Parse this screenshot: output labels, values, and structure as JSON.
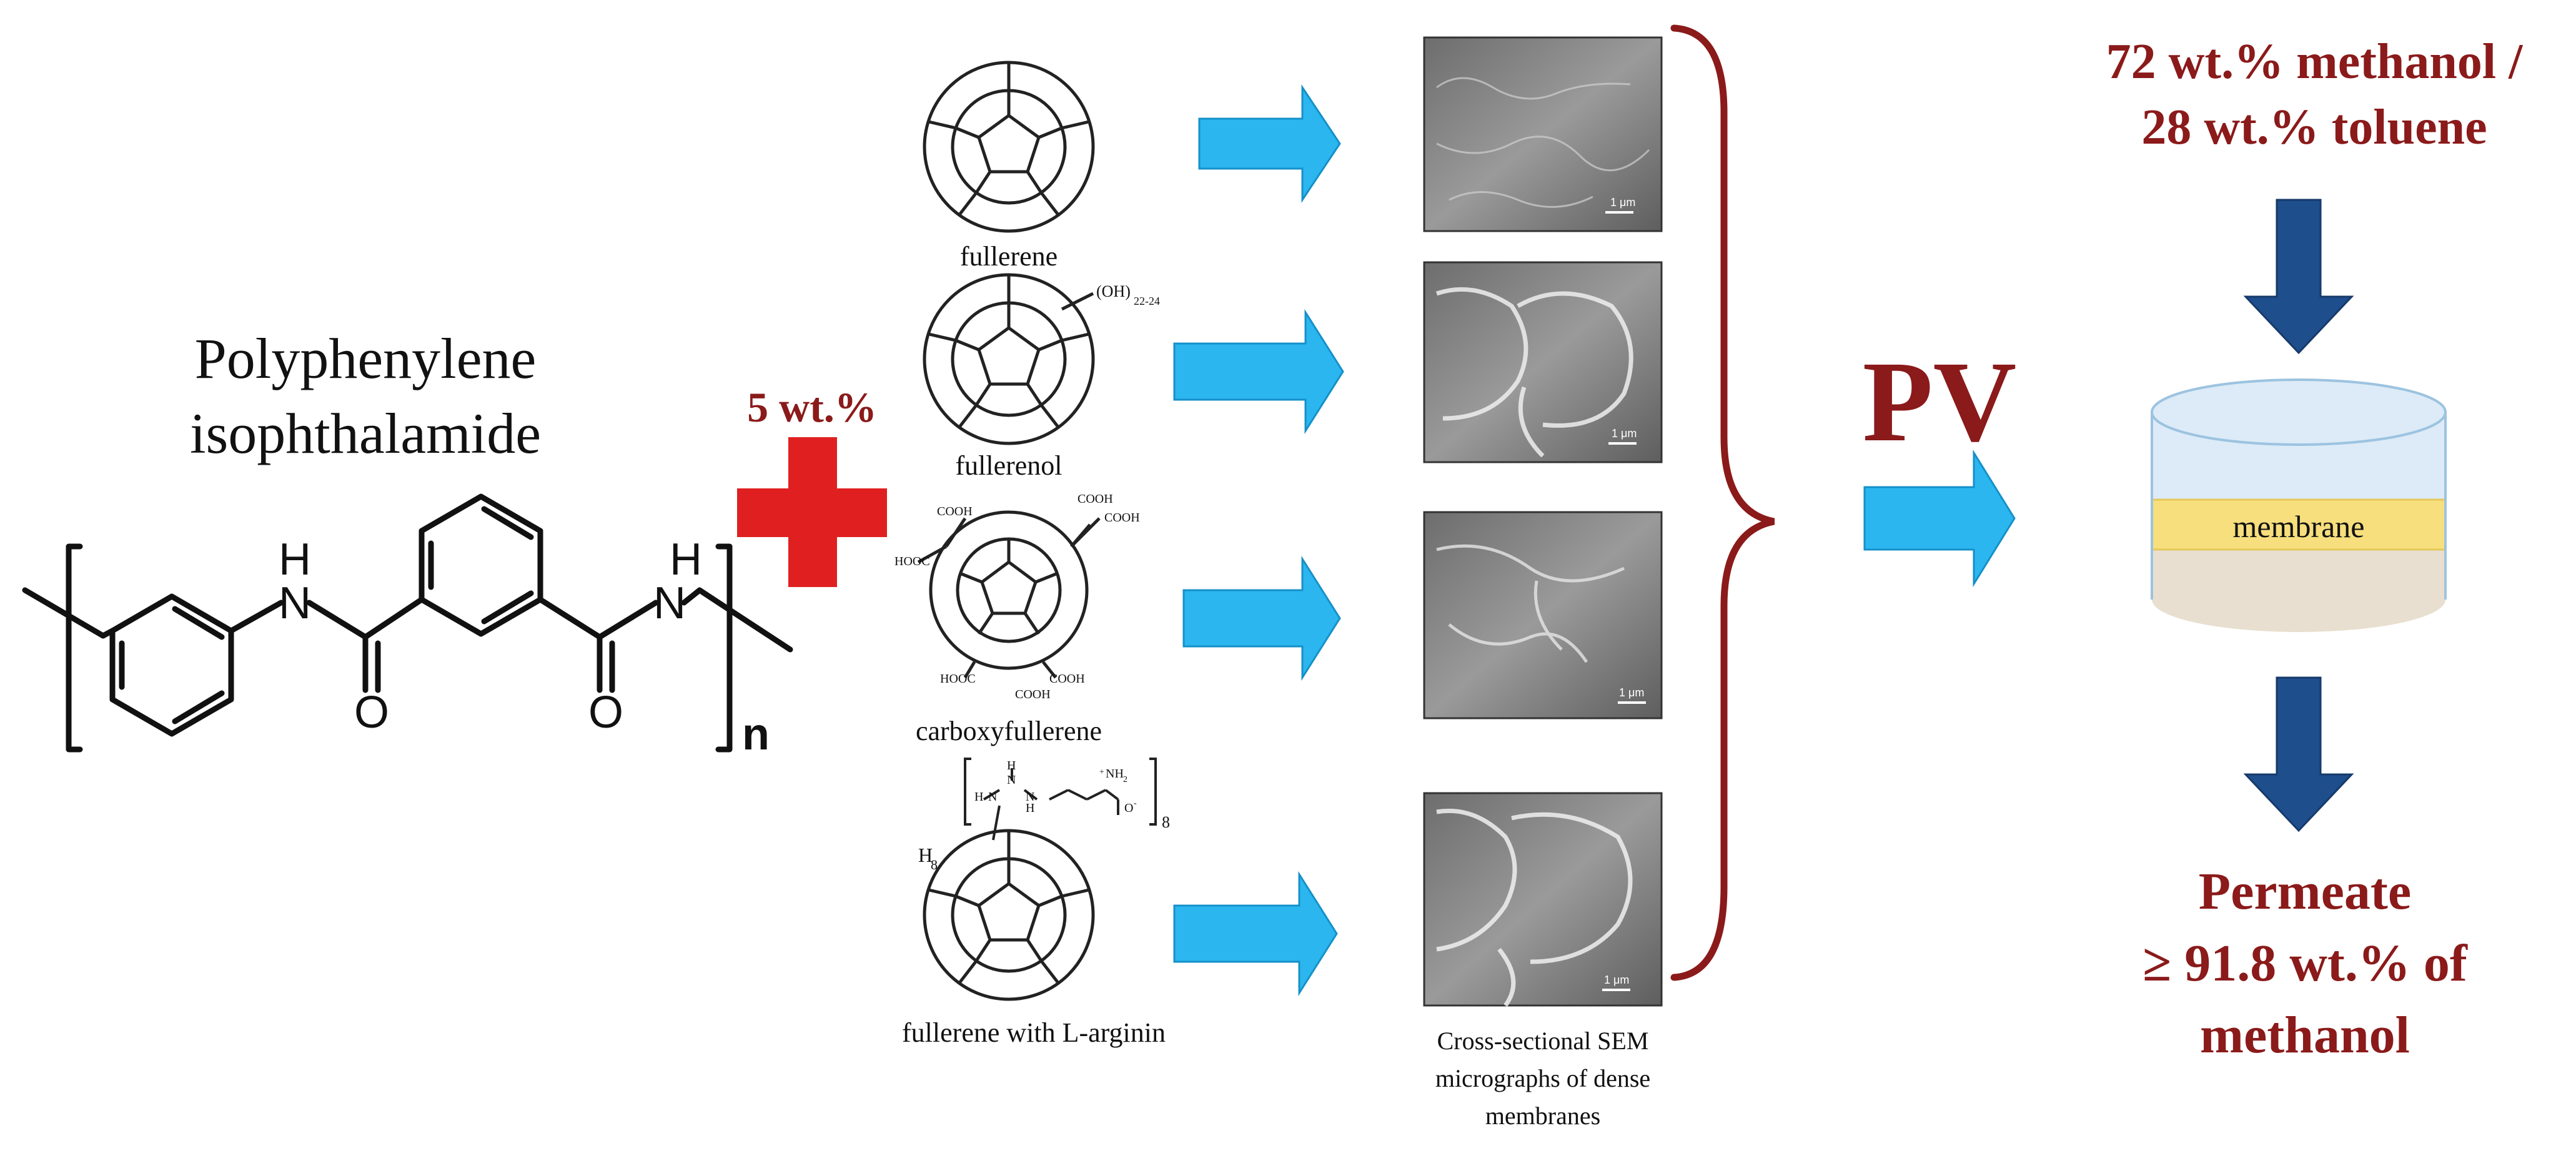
{
  "colors": {
    "accent_red": "#8b1a1a",
    "plus_red": "#e02020",
    "arrow_cyan": "#2bb6ef",
    "arrow_navy": "#1e4e8c",
    "membrane_yellow": "#f6df7c",
    "cell_blue": "#dcebf7",
    "cell_tan": "#e6dccb",
    "sem_gray": "#8a8a8a"
  },
  "polymer": {
    "name_line1": "Polyphenylene",
    "name_line2": "isophthalamide",
    "atom_N": "N",
    "atom_H": "H",
    "atom_O": "O",
    "repeat_n": "n"
  },
  "loading": "5 wt.%",
  "fillers": [
    {
      "label": "fullerene",
      "icon": "fullerene-icon"
    },
    {
      "label": "fullerenol",
      "icon": "fullerenol-icon",
      "group": "(OH)",
      "group_subscript": "22-24"
    },
    {
      "label": "carboxyfullerene",
      "icon": "carboxyfullerene-icon",
      "group": "COOH",
      "group_alt": "HOOC"
    },
    {
      "label": "fullerene with L-arginin",
      "icon": "fullerene-arginine-icon",
      "subscript": "8",
      "h_label": "H",
      "h_sub": "8",
      "amine": "NH",
      "amine_sub": "2",
      "charge": "+",
      "anion": "O",
      "anion_charge": "-",
      "atom_N": "N",
      "atom_H": "H"
    }
  ],
  "sem": {
    "scale_bar": "1 μm",
    "caption_line1": "Cross-sectional SEM",
    "caption_line2": "micrographs of dense",
    "caption_line3": "membranes"
  },
  "process": {
    "label": "PV",
    "feed_line1": "72 wt.% methanol /",
    "feed_line2": "28 wt.% toluene",
    "membrane_label": "membrane",
    "permeate_line1": "Permeate",
    "permeate_line2": "≥ 91.8 wt.% of",
    "permeate_line3": "methanol"
  }
}
